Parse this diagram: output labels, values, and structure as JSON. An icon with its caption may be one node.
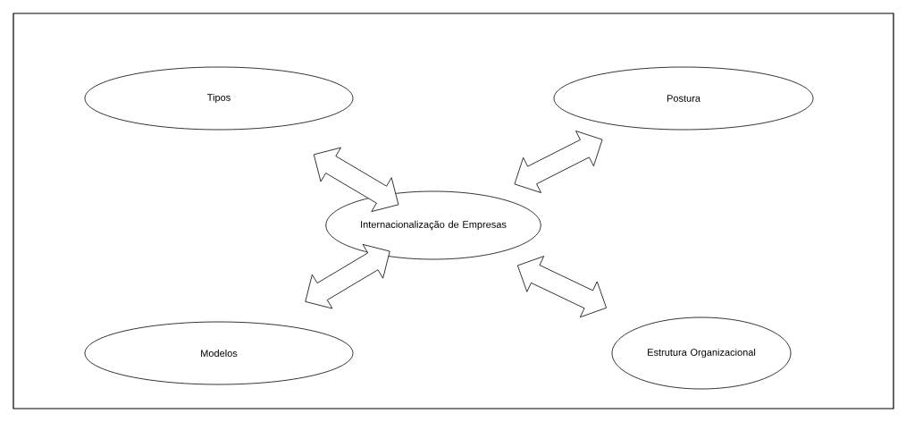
{
  "diagram": {
    "nodes": [
      {
        "text": [
          "Tipos"
        ]
      },
      {
        "text": [
          "Postura"
        ]
      },
      {
        "text": [
          "Internacionalização de Empresas"
        ]
      },
      {
        "text": [
          "Modelos"
        ]
      },
      {
        "text": [
          "Estrutura Organizacional"
        ]
      }
    ],
    "edges": [
      {
        "from": 2,
        "to": 0,
        "arrow": "both"
      },
      {
        "from": 2,
        "to": 1,
        "arrow": "both"
      },
      {
        "from": 2,
        "to": 3,
        "arrow": "both"
      },
      {
        "from": 2,
        "to": 4,
        "arrow": "both"
      }
    ]
  }
}
